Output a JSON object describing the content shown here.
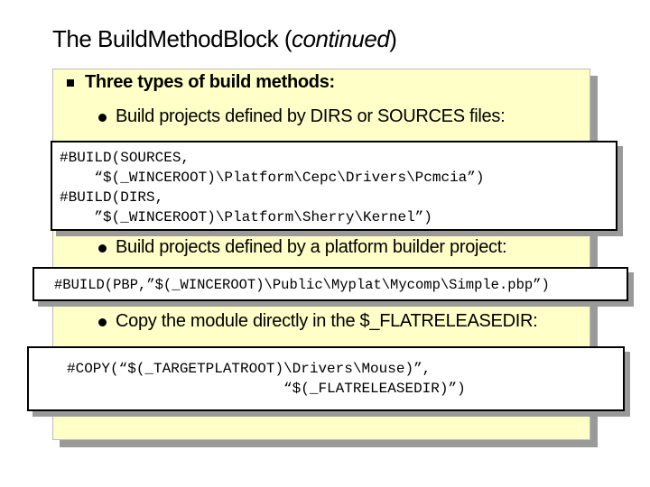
{
  "slide": {
    "title_main": "The BuildMethodBlock (",
    "title_em": "continued",
    "title_end": ")",
    "heading": "Three types of build methods:",
    "items": [
      {
        "label": "Build projects defined by DIRS or SOURCES files:"
      },
      {
        "label": "Build projects defined by a platform builder project:"
      },
      {
        "label": "Copy the module directly in the $_FLATRELEASEDIR:"
      }
    ],
    "code1": {
      "l1": "#BUILD(SOURCES,",
      "l2": "    “$(_WINCEROOT)\\Platform\\Cepc\\Drivers\\Pcmcia”)",
      "l3": "#BUILD(DIRS,",
      "l4": "    ”$(_WINCEROOT)\\Platform\\Sherry\\Kernel”)"
    },
    "code2": {
      "l1": "#BUILD(PBP,”$(_WINCEROOT)\\Public\\Myplat\\Mycomp\\Simple.pbp”)"
    },
    "code3": {
      "l1": "#COPY(“$(_TARGETPLATROOT)\\Drivers\\Mouse)”,",
      "l2": "                         “$(_FLATRELEASEDIR)”)"
    }
  }
}
